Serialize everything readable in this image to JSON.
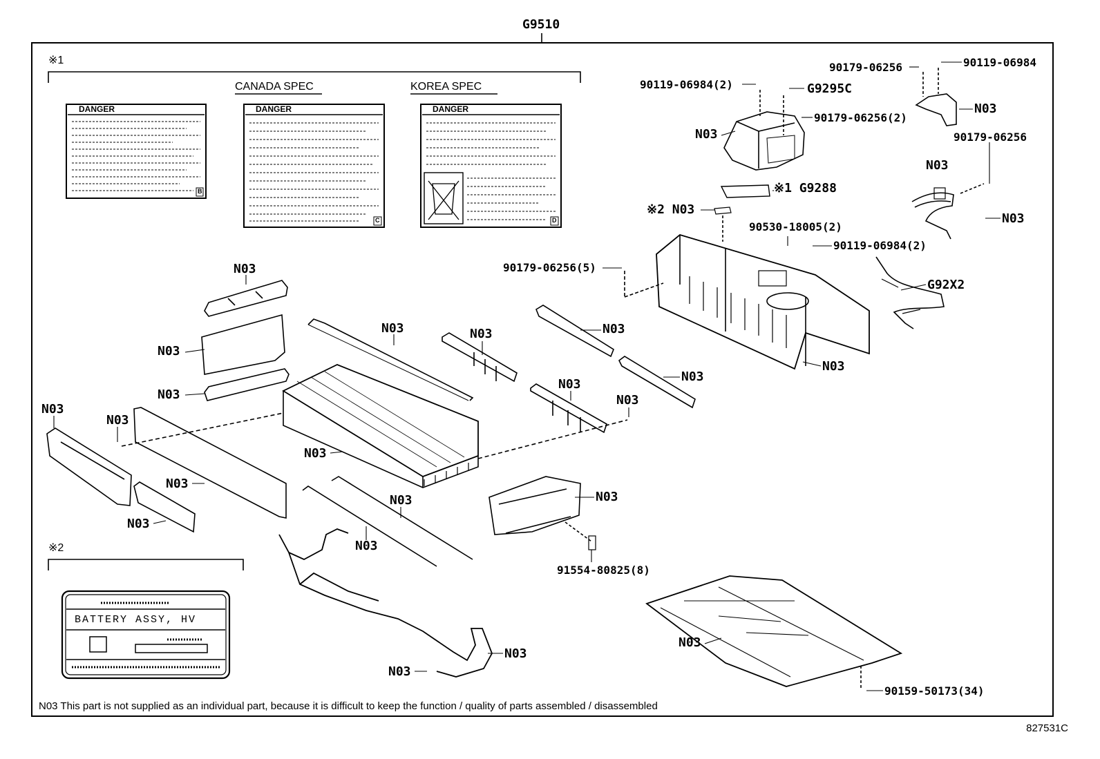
{
  "assembly_code": "G9510",
  "reference_code": "827531C",
  "note": "N03 This part is not supplied as an individual part, because it is difficult to keep the function / quality of parts assembled / disassembled",
  "groups": {
    "g1": "※1",
    "g2": "※2",
    "canada": "CANADA SPEC",
    "korea": "KOREA SPEC"
  },
  "labels": {
    "danger": "DANGER",
    "letter_b": "B",
    "letter_c": "C",
    "letter_d": "D",
    "plate_text": "BATTERY ASSY, HV"
  },
  "callouts": {
    "c_90179_06256_top": "90179-06256",
    "c_90119_06984_top": "90119-06984",
    "c_90119_06984_2a": "90119-06984(2)",
    "c_g9295c": "G9295C",
    "c_90179_06256_2": "90179-06256(2)",
    "c_n03_bracket_r": "N03",
    "c_n03_cover": "N03",
    "c_90179_06256_r": "90179-06256",
    "c_n03_wire_r": "N03",
    "c_g9288": "※1 G9288",
    "c_n03_star2": "※2 N03",
    "c_n03_nut_r": "N03",
    "c_90530_18005": "90530-18005(2)",
    "c_90119_06984_2b": "90119-06984(2)",
    "c_90179_06256_5": "90179-06256(5)",
    "c_g92x2": "G92X2",
    "c_n03_case": "N03",
    "c_n03_top_bar": "N03",
    "c_n03_plate": "N03",
    "c_n03_clip": "N03",
    "c_n03_rod1": "N03",
    "c_n03_bus1": "N03",
    "c_n03_rail1": "N03",
    "c_n03_rail2": "N03",
    "c_n03_bus2": "N03",
    "c_n03_nut_m": "N03",
    "c_n03_end_l": "N03",
    "c_n03_nut_l": "N03",
    "c_n03_stack": "N03",
    "c_n03_busbar_l": "N03",
    "c_n03_small_l": "N03",
    "c_n03_rod2": "N03",
    "c_n03_rod3": "N03",
    "c_n03_bracket_m": "N03",
    "c_91554_80825": "91554-80825(8)",
    "c_n03_harness": "N03",
    "c_n03_harness_b": "N03",
    "c_n03_tray": "N03",
    "c_90159_50173": "90159-50173(34)"
  }
}
